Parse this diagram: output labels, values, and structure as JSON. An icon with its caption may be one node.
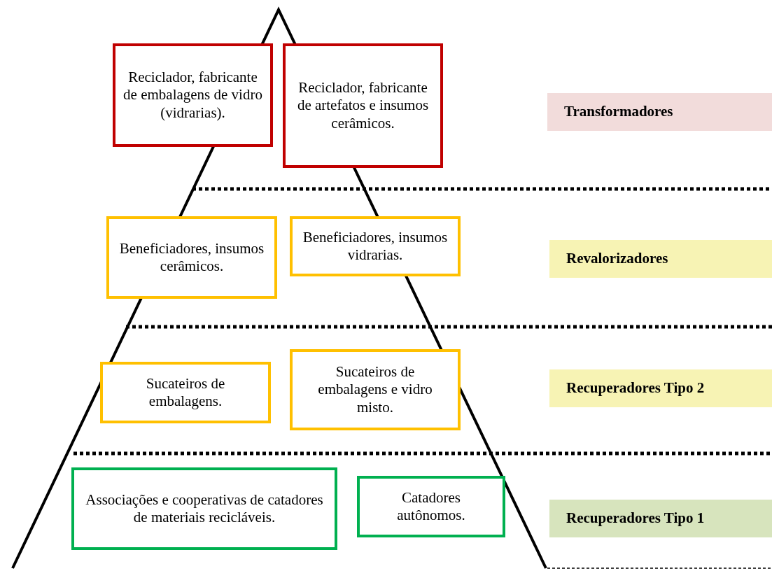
{
  "diagram": {
    "nodes": [
      {
        "text": [
          "Reciclador, fabricante de embalagens de vidro (vidrarias)."
        ]
      },
      {
        "text": [
          "Reciclador, fabricante de artefatos e insumos cerâmicos."
        ]
      },
      {
        "text": [
          "Transformadores"
        ]
      },
      {
        "text": [
          "Beneficiadores, insumos cerâmicos."
        ]
      },
      {
        "text": [
          "Beneficiadores, insumos vidrarias."
        ]
      },
      {
        "text": [
          "Revalorizadores"
        ]
      },
      {
        "text": [
          "Sucateiros de embalagens."
        ]
      },
      {
        "text": [
          "Sucateiros de embalagens e vidro misto."
        ]
      },
      {
        "text": [
          "Recuperadores Tipo 2"
        ]
      },
      {
        "text": [
          "Associações e cooperativas de catadores de materiais recicláveis."
        ]
      },
      {
        "text": [
          "Catadores autônomos."
        ]
      },
      {
        "text": [
          "Recuperadores Tipo 1"
        ]
      }
    ]
  }
}
